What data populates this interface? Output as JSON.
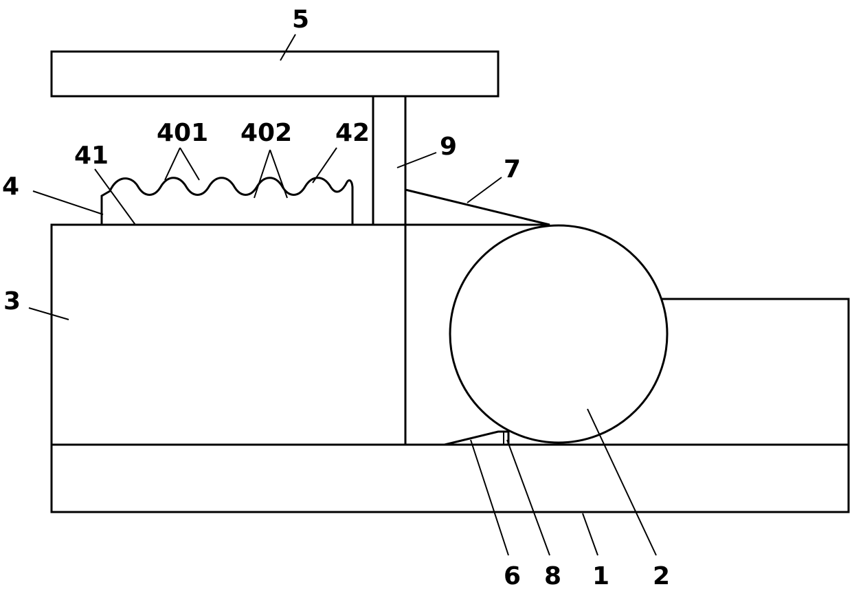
{
  "labels": {
    "l1": "1",
    "l2": "2",
    "l3": "3",
    "l4": "4",
    "l5": "5",
    "l6": "6",
    "l7": "7",
    "l8": "8",
    "l9": "9",
    "l41": "41",
    "l42": "42",
    "l401": "401",
    "l402": "402"
  }
}
